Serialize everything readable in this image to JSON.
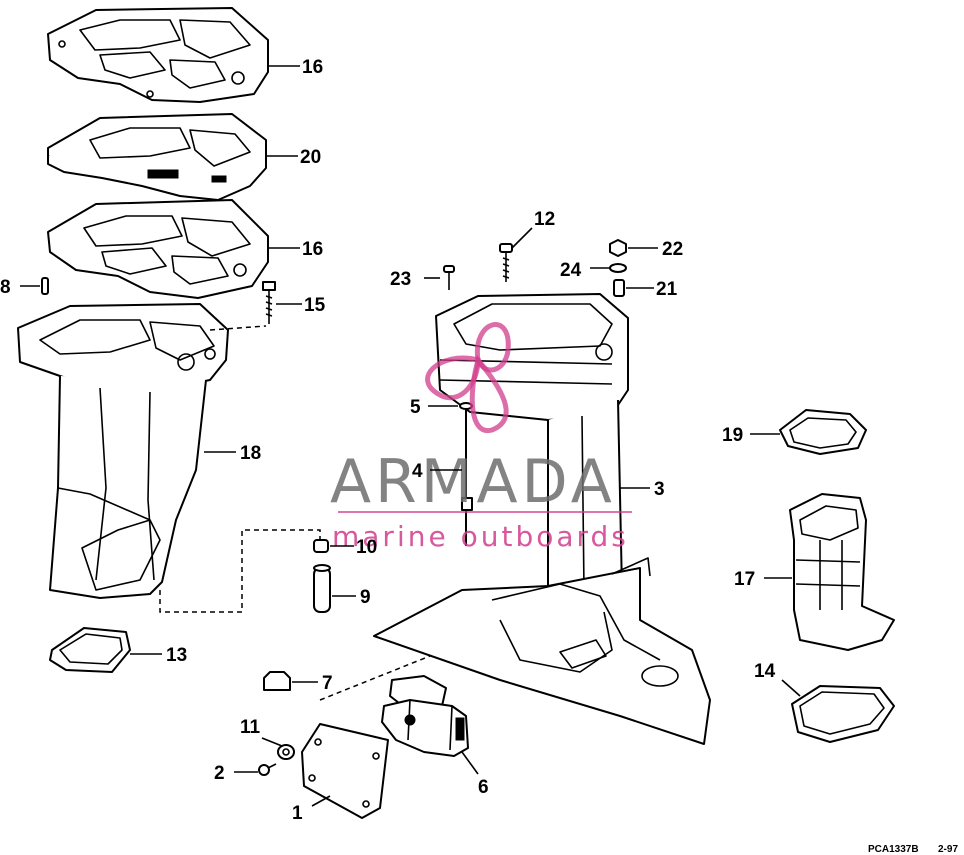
{
  "diagram": {
    "callouts": [
      "16",
      "20",
      "16",
      "8",
      "15",
      "18",
      "12",
      "22",
      "23",
      "24",
      "21",
      "5",
      "4",
      "3",
      "19",
      "10",
      "9",
      "17",
      "13",
      "7",
      "14",
      "11",
      "2",
      "6",
      "1"
    ],
    "footer_code": "PCA1337B",
    "footer_date": "2-97"
  },
  "watermark": {
    "brand": "ARMADA",
    "tagline": "marine outboards",
    "accent_color": "#d23c8c"
  }
}
